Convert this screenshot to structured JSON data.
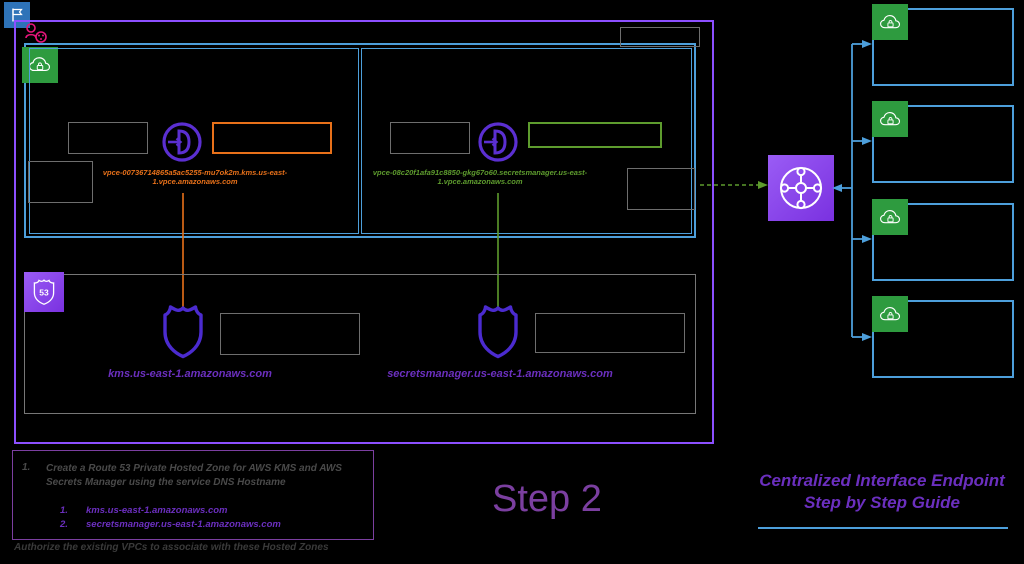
{
  "diagram": {
    "step_label": "Step 2",
    "guide_title_line1": "Centralized Interface Endpoint",
    "guide_title_line2": "Step by Step Guide"
  },
  "icons": {
    "region": "region-flag-icon",
    "account": "aws-account-icon",
    "vpc": "vpc-cloud-lock-icon",
    "endpoint": "vpc-interface-endpoint-icon",
    "route53": "route53-icon",
    "hosted_zone": "route53-hosted-zone-shield-icon",
    "transit_gateway": "transit-gateway-icon"
  },
  "colors": {
    "region": "#8C4FFF",
    "vpc_border": "#4D9FDB",
    "vpc_tile": "#2E9B3F",
    "kms_accent": "#E8711A",
    "secrets_accent": "#5E9C2E",
    "route53_tile": "#8C4FFF",
    "tgw_tile": "#7A31E0",
    "hosted_zone": "#4B2BCF",
    "text_purple": "#6B2FBF",
    "note_gray": "#4a4a4a"
  },
  "endpoints": [
    {
      "id": "kms-endpoint",
      "dns": "vpce-00736714865a5ac5255-mu7ok2m.kms.us-east-1.vpce.amazonaws.com",
      "accent": "#E8711A"
    },
    {
      "id": "secretsmanager-endpoint",
      "dns": "vpce-08c20f1afa91c8850-gkg67o60.secretsmanager.us-east-1.vpce.amazonaws.com",
      "accent": "#5E9C2E"
    }
  ],
  "hosted_zones": [
    {
      "id": "kms-hosted-zone",
      "name": "kms.us-east-1.amazonaws.com"
    },
    {
      "id": "secretsmanager-hosted-zone",
      "name": "secretsmanager.us-east-1.amazonaws.com"
    }
  ],
  "spoke_vpcs": [
    {
      "id": "spoke-vpc-1"
    },
    {
      "id": "spoke-vpc-2"
    },
    {
      "id": "spoke-vpc-3"
    },
    {
      "id": "spoke-vpc-4"
    }
  ],
  "notes": {
    "items": [
      {
        "number": "1.",
        "text": "Create  a Route 53 Private Hosted Zone for AWS KMS and AWS Secrets Manager using the service DNS Hostname",
        "sub_items": [
          {
            "number": "1.",
            "text": "kms.us-east-1.amazonaws.com"
          },
          {
            "number": "2.",
            "text": "secretsmanager.us-east-1.amazonaws.com"
          }
        ]
      }
    ],
    "footer": "Authorize the existing VPCs to associate with these Hosted Zones"
  }
}
